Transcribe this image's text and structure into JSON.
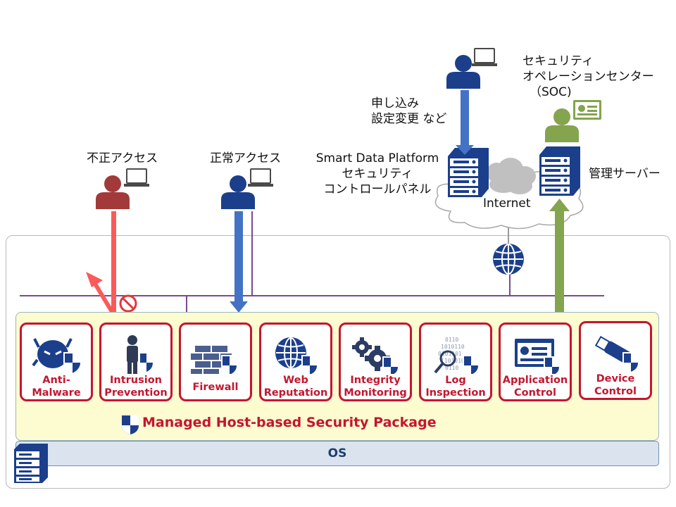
{
  "labels": {
    "unauthorized_access": "不正アクセス",
    "normal_access": "正常アクセス",
    "application_line1": "申し込み",
    "application_line2": "設定変更 など",
    "soc_line1": "セキュリティ",
    "soc_line2": "オペレーションセンター",
    "soc_line3": "（SOC)",
    "platform_line1": "Smart Data Platform",
    "platform_line2": "セキュリティ",
    "platform_line3": "コントロールパネル",
    "internet": "Internet",
    "management_server": "管理サーバー"
  },
  "modules": [
    {
      "line1": "Anti-",
      "line2": "Malware",
      "icon": "malware-bug-icon"
    },
    {
      "line1": "Intrusion",
      "line2": "Prevention",
      "icon": "intruder-icon"
    },
    {
      "line1": "Firewall",
      "line2": "",
      "icon": "brick-wall-icon"
    },
    {
      "line1": "Web",
      "line2": "Reputation",
      "icon": "globe-icon"
    },
    {
      "line1": "Integrity",
      "line2": "Monitoring",
      "icon": "gears-icon"
    },
    {
      "line1": "Log",
      "line2": "Inspection",
      "icon": "binary-magnifier-icon"
    },
    {
      "line1": "Application",
      "line2": "Control",
      "icon": "app-window-icon"
    },
    {
      "line1": "Device",
      "line2": "Control",
      "icon": "usb-drive-icon"
    }
  ],
  "package_title": "Managed Host-based Security Package",
  "os_label": "OS",
  "colors": {
    "brand_red": "#c4162f",
    "navy": "#1c3f8c",
    "arrow_blue": "#4472c4",
    "malicious_red": "#fb5a5a",
    "soc_green": "#84a44e",
    "network_purple": "#7b4a8e",
    "package_bg": "#fdfbd0"
  }
}
